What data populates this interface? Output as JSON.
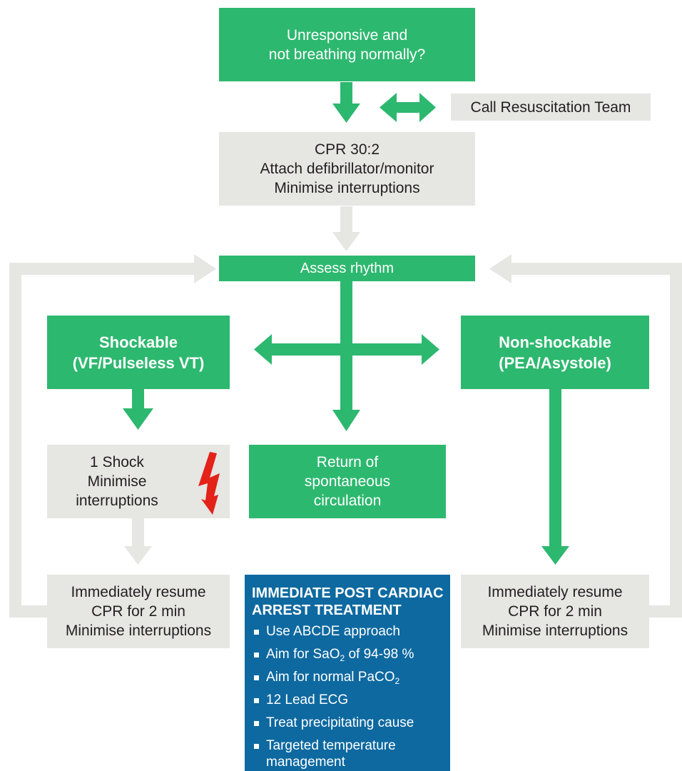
{
  "start_box": {
    "lines": [
      "Unresponsive and",
      "not breathing normally?"
    ]
  },
  "call_team": {
    "label": "Call Resuscitation Team"
  },
  "cpr_box": {
    "lines": [
      "CPR 30:2",
      "Attach defibrillator/monitor",
      "Minimise interruptions"
    ]
  },
  "assess": {
    "label": "Assess rhythm"
  },
  "shockable": {
    "lines": [
      "Shockable",
      "(VF/Pulseless VT)"
    ]
  },
  "non_shockable": {
    "lines": [
      "Non-shockable",
      "(PEA/Asystole)"
    ]
  },
  "shock_box": {
    "lines": [
      "1 Shock",
      "Minimise",
      "interruptions"
    ]
  },
  "rosc_box": {
    "lines": [
      "Return of",
      "spontaneous",
      "circulation"
    ]
  },
  "resume_left": {
    "lines": [
      "Immediately resume",
      "CPR for 2 min",
      "Minimise interruptions"
    ]
  },
  "resume_right": {
    "lines": [
      "Immediately resume",
      "CPR for 2 min",
      "Minimise interruptions"
    ]
  },
  "post_arrest": {
    "title_lines": [
      "IMMEDIATE POST CARDIAC",
      "ARREST TREATMENT"
    ],
    "items": {
      "abcde": "Use ABCDE approach",
      "sao2_pre": "Aim for SaO",
      "sao2_sub": "2",
      "sao2_post": " of 94-98 %",
      "paco2_pre": "Aim for normal PaCO",
      "paco2_sub": "2",
      "ecg": "12 Lead ECG",
      "cause": "Treat precipitating cause",
      "ttm_lines": [
        "Targeted temperature",
        "management"
      ]
    }
  },
  "colors": {
    "green": "#2db86f",
    "grey": "#e6e6e3",
    "blue": "#0d69a0",
    "text": "#231f20",
    "shock_red": "#e32219"
  }
}
